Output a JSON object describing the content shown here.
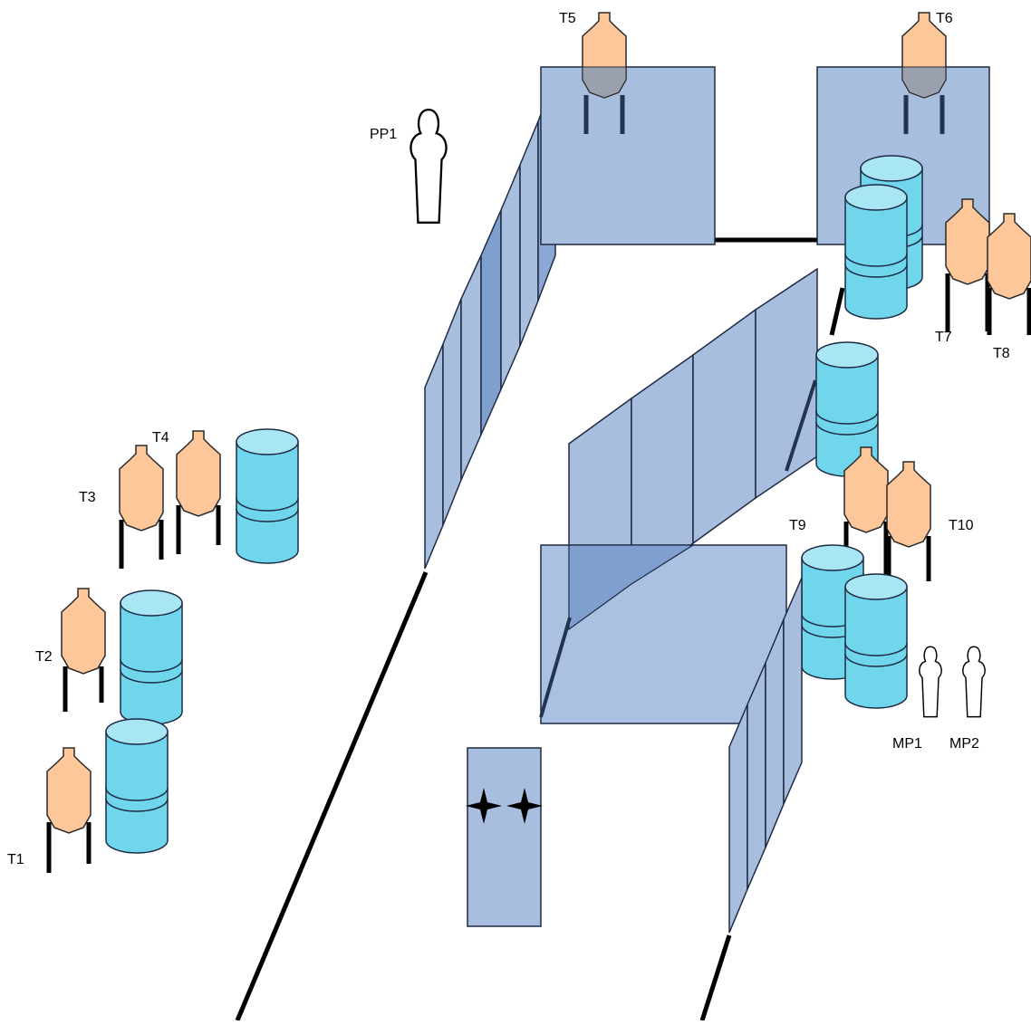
{
  "colors": {
    "panel_fill": "#8eaad2",
    "panel_stroke": "#1f2a44",
    "barrel_body": "#6fd6ec",
    "barrel_top": "#a8e6f4",
    "target_fill": "#fdc79a",
    "target_stroke": "#2a2a2a",
    "ground_line": "#000000"
  },
  "labels": {
    "pp1": "PP1",
    "t1": "T1",
    "t2": "T2",
    "t3": "T3",
    "t4": "T4",
    "t5": "T5",
    "t6": "T6",
    "t7": "T7",
    "t8": "T8",
    "t9": "T9",
    "t10": "T10",
    "mp1": "MP1",
    "mp2": "MP2"
  },
  "icons": {
    "target": "silhouette-target-icon",
    "no_shoot": "white-silhouette-icon",
    "barrel": "barrel-stack-icon",
    "start_marker": "four-point-star-icon"
  }
}
